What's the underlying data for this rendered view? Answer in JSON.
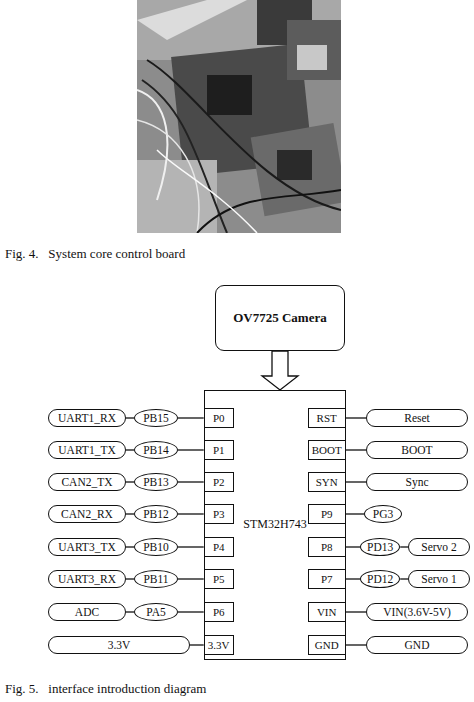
{
  "diagram": {
    "nodes": [
      {
        "text": [
          "OV7725 Camera"
        ]
      },
      {
        "text": [
          "STM32H743"
        ]
      },
      {
        "text": [
          "P0"
        ],
        "in": 1
      },
      {
        "text": [
          "P1"
        ],
        "in": 1
      },
      {
        "text": [
          "P2"
        ],
        "in": 1
      },
      {
        "text": [
          "P3"
        ],
        "in": 1
      },
      {
        "text": [
          "P4"
        ],
        "in": 1
      },
      {
        "text": [
          "P5"
        ],
        "in": 1
      },
      {
        "text": [
          "P6"
        ],
        "in": 1
      },
      {
        "text": [
          "3.3V"
        ],
        "in": 1
      },
      {
        "text": [
          "RST"
        ],
        "in": 1
      },
      {
        "text": [
          "BOOT"
        ],
        "in": 1
      },
      {
        "text": [
          "SYN"
        ],
        "in": 1
      },
      {
        "text": [
          "P9"
        ],
        "in": 1
      },
      {
        "text": [
          "P8"
        ],
        "in": 1
      },
      {
        "text": [
          "P7"
        ],
        "in": 1
      },
      {
        "text": [
          "VIN"
        ],
        "in": 1
      },
      {
        "text": [
          "GND"
        ],
        "in": 1
      },
      {
        "text": [
          "UART1_RX"
        ]
      },
      {
        "text": [
          "PB15"
        ]
      },
      {
        "text": [
          "UART1_TX"
        ]
      },
      {
        "text": [
          "PB14"
        ]
      },
      {
        "text": [
          "CAN2_TX"
        ]
      },
      {
        "text": [
          "PB13"
        ]
      },
      {
        "text": [
          "CAN2_RX"
        ]
      },
      {
        "text": [
          "PB12"
        ]
      },
      {
        "text": [
          "UART3_TX"
        ]
      },
      {
        "text": [
          "PB10"
        ]
      },
      {
        "text": [
          "UART3_RX"
        ]
      },
      {
        "text": [
          "PB11"
        ]
      },
      {
        "text": [
          "ADC"
        ]
      },
      {
        "text": [
          "PA5"
        ]
      },
      {
        "text": [
          "3.3V"
        ]
      },
      {
        "text": [
          "Reset"
        ]
      },
      {
        "text": [
          "BOOT"
        ]
      },
      {
        "text": [
          "Sync"
        ]
      },
      {
        "text": [
          "PG3"
        ]
      },
      {
        "text": [
          "PD13"
        ]
      },
      {
        "text": [
          "Servo 2"
        ]
      },
      {
        "text": [
          "PD12"
        ]
      },
      {
        "text": [
          "Servo 1"
        ]
      },
      {
        "text": [
          "VIN(3.6V-5V)"
        ]
      },
      {
        "text": [
          "GND"
        ]
      }
    ],
    "edges": [
      {
        "from": 0,
        "to": 1,
        "arrow": "to"
      },
      {
        "from": 18,
        "to": 19,
        "arrow": "none"
      },
      {
        "from": 19,
        "to": 2,
        "arrow": "none"
      },
      {
        "from": 20,
        "to": 21,
        "arrow": "none"
      },
      {
        "from": 21,
        "to": 3,
        "arrow": "none"
      },
      {
        "from": 22,
        "to": 23,
        "arrow": "none"
      },
      {
        "from": 23,
        "to": 4,
        "arrow": "none"
      },
      {
        "from": 24,
        "to": 25,
        "arrow": "none"
      },
      {
        "from": 25,
        "to": 5,
        "arrow": "none"
      },
      {
        "from": 26,
        "to": 27,
        "arrow": "none"
      },
      {
        "from": 27,
        "to": 6,
        "arrow": "none"
      },
      {
        "from": 28,
        "to": 29,
        "arrow": "none"
      },
      {
        "from": 29,
        "to": 7,
        "arrow": "none"
      },
      {
        "from": 30,
        "to": 31,
        "arrow": "none"
      },
      {
        "from": 31,
        "to": 8,
        "arrow": "none"
      },
      {
        "from": 32,
        "to": 9,
        "arrow": "none"
      },
      {
        "from": 10,
        "to": 33,
        "arrow": "none"
      },
      {
        "from": 11,
        "to": 34,
        "arrow": "none"
      },
      {
        "from": 12,
        "to": 35,
        "arrow": "none"
      },
      {
        "from": 13,
        "to": 36,
        "arrow": "none"
      },
      {
        "from": 14,
        "to": 37,
        "arrow": "none"
      },
      {
        "from": 37,
        "to": 38,
        "arrow": "none"
      },
      {
        "from": 15,
        "to": 39,
        "arrow": "none"
      },
      {
        "from": 39,
        "to": 40,
        "arrow": "none"
      },
      {
        "from": 16,
        "to": 41,
        "arrow": "none"
      },
      {
        "from": 17,
        "to": 42,
        "arrow": "none"
      }
    ],
    "labels": [
      "Fig. 4.   System core control board",
      "Fig. 5.   interface introduction diagram"
    ]
  }
}
